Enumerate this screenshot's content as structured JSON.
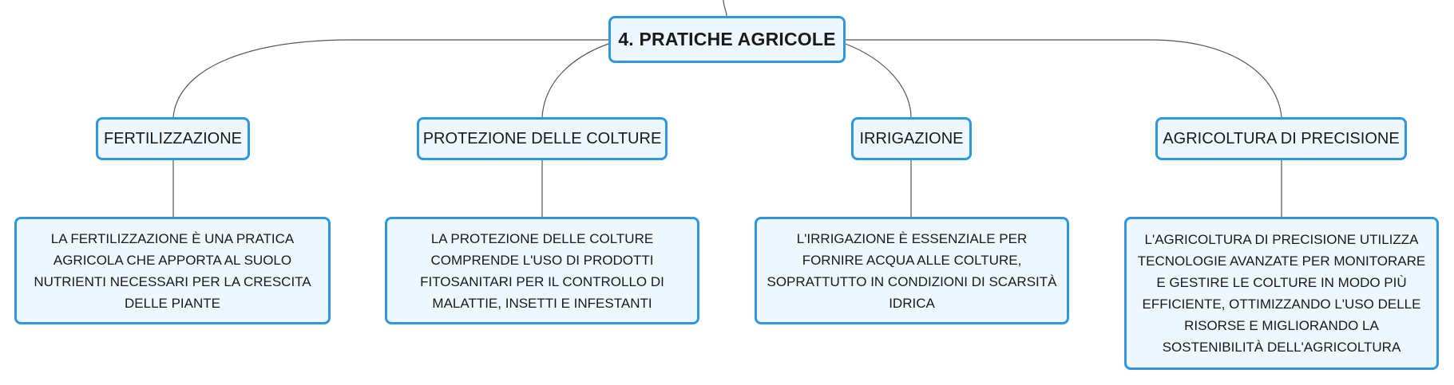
{
  "colors": {
    "border": "#2f97de",
    "node_fill": "#eef7fd",
    "connector": "#555555",
    "text": "#1a1a1a"
  },
  "root": {
    "label": "4. PRATICHE AGRICOLE"
  },
  "branches": [
    {
      "label": "FERTILIZZAZIONE",
      "description": "LA FERTILIZZAZIONE È UNA PRATICA AGRICOLA CHE APPORTA AL SUOLO NUTRIENTI NECESSARI PER LA CRESCITA DELLE PIANTE"
    },
    {
      "label": "PROTEZIONE DELLE COLTURE",
      "description": "LA PROTEZIONE DELLE COLTURE COMPRENDE L'USO DI PRODOTTI FITOSANITARI PER IL CONTROLLO DI MALATTIE, INSETTI E INFESTANTI"
    },
    {
      "label": "IRRIGAZIONE",
      "description": "L'IRRIGAZIONE È ESSENZIALE PER FORNIRE ACQUA ALLE COLTURE, SOPRATTUTTO IN CONDIZIONI DI SCARSITÀ IDRICA"
    },
    {
      "label": "AGRICOLTURA DI PRECISIONE",
      "description": "L'AGRICOLTURA DI PRECISIONE UTILIZZA TECNOLOGIE AVANZATE PER MONITORARE E GESTIRE LE COLTURE IN MODO PIÙ EFFICIENTE, OTTIMIZZANDO L'USO DELLE RISORSE E MIGLIORANDO LA SOSTENIBILITÀ DELL'AGRICOLTURA"
    }
  ]
}
